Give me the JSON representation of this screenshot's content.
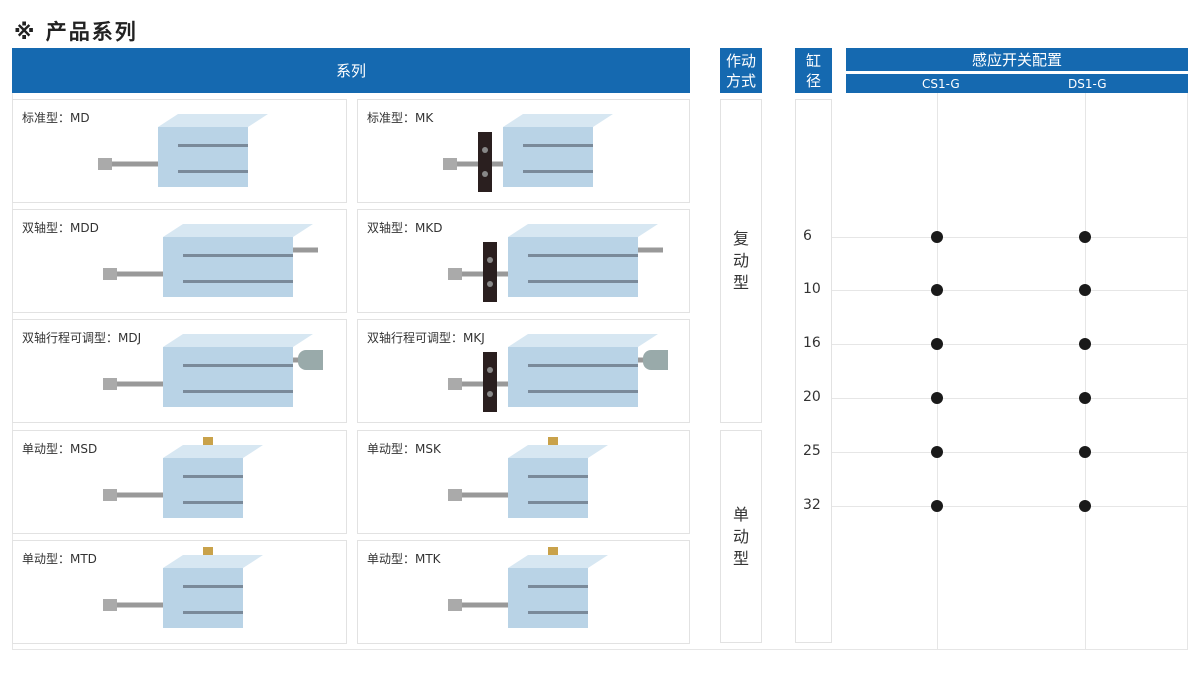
{
  "title": "※ 产品系列",
  "header": {
    "series": "系列",
    "action_line1": "作动",
    "action_line2": "方式",
    "bore_line1": "缸",
    "bore_line2": "径",
    "switch": "感应开关配置",
    "switch_types": [
      "CS1-G",
      "DS1-G"
    ]
  },
  "products": [
    {
      "label": "标准型：MD",
      "type": "md"
    },
    {
      "label": "标准型：MK",
      "type": "mk"
    },
    {
      "label": "双轴型：MDD",
      "type": "mdd"
    },
    {
      "label": "双轴型：MKD",
      "type": "mkd"
    },
    {
      "label": "双轴行程可调型：MDJ",
      "type": "mdj"
    },
    {
      "label": "双轴行程可调型：MKJ",
      "type": "mkj"
    },
    {
      "label": "单动型：MSD",
      "type": "msd"
    },
    {
      "label": "单动型：MSK",
      "type": "msk"
    },
    {
      "label": "单动型：MTD",
      "type": "mtd"
    },
    {
      "label": "单动型：MTK",
      "type": "mtk"
    }
  ],
  "actions": [
    {
      "label": [
        "复",
        "动",
        "型"
      ]
    },
    {
      "label": [
        "单",
        "动",
        "型"
      ]
    }
  ],
  "bores": [
    {
      "size": "6",
      "cs1g": true,
      "ds1g": true
    },
    {
      "size": "10",
      "cs1g": true,
      "ds1g": true
    },
    {
      "size": "16",
      "cs1g": true,
      "ds1g": true
    },
    {
      "size": "20",
      "cs1g": true,
      "ds1g": true
    },
    {
      "size": "25",
      "cs1g": true,
      "ds1g": true
    },
    {
      "size": "32",
      "cs1g": true,
      "ds1g": true
    }
  ],
  "colors": {
    "header": "#1569b0",
    "body": "#b9d3e6",
    "dot": "#1a1a1a"
  }
}
